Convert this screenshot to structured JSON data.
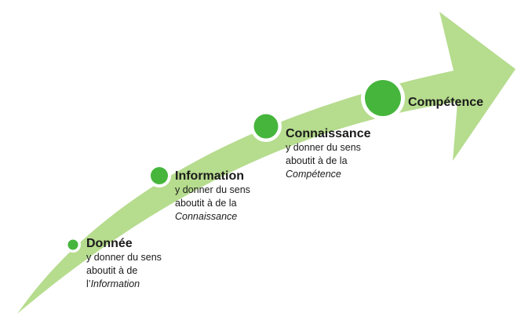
{
  "colors": {
    "arrow_fill": "#b6dc8e",
    "node_fill": "#46b53c",
    "node_ring": "#ffffff"
  },
  "stages": [
    {
      "title": "Donnée",
      "line1": "y donner du sens",
      "line2": "aboutit à de",
      "line3_prefix": "l’",
      "line3_italic": "Information"
    },
    {
      "title": "Information",
      "line1": "y donner du sens",
      "line2": "aboutit à de la",
      "line3_prefix": "",
      "line3_italic": "Connaissance"
    },
    {
      "title": "Connaissance",
      "line1": "y donner du sens",
      "line2": "aboutit à de la",
      "line3_prefix": "",
      "line3_italic": "Compétence"
    },
    {
      "title": "Compétence"
    }
  ]
}
